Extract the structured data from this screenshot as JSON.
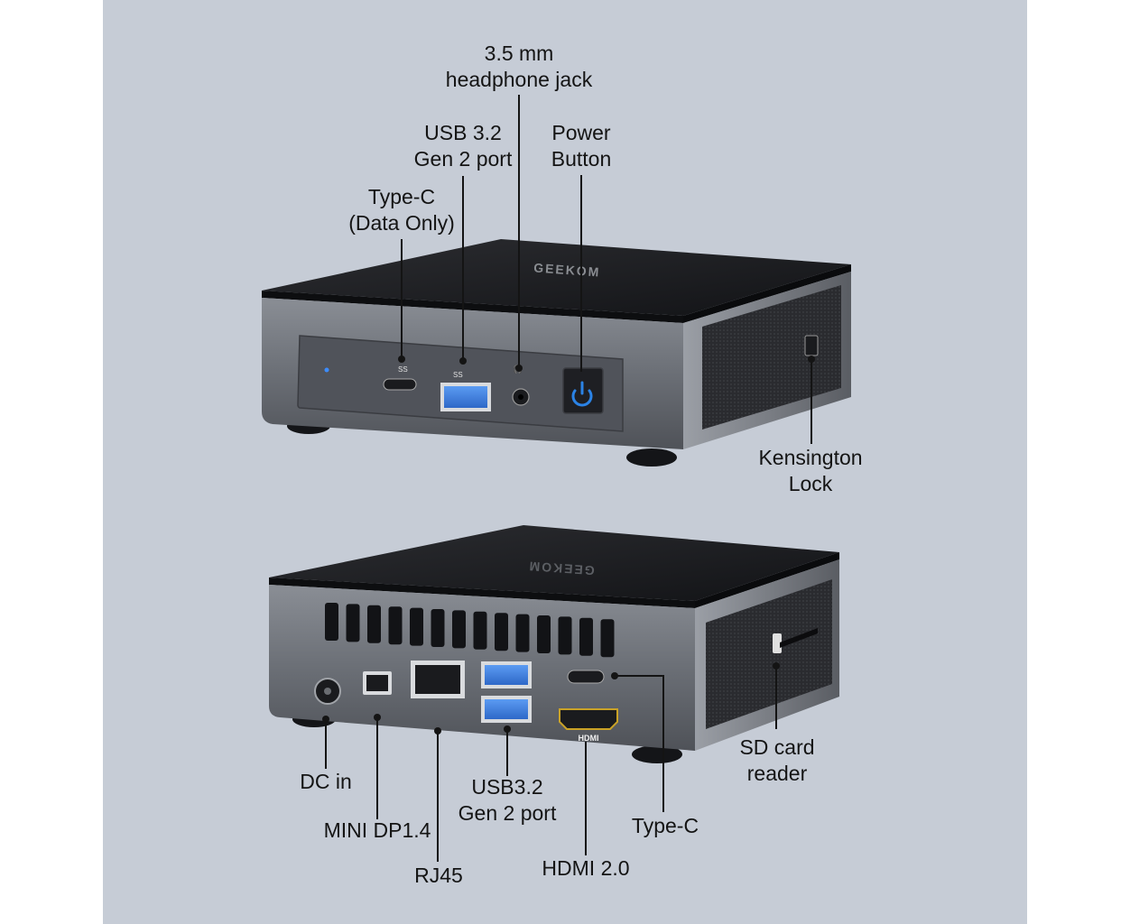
{
  "front_labels": {
    "headphone_jack": "3.5 mm\nheadphone jack",
    "usb_port": "USB 3.2\nGen 2 port",
    "power_button": "Power\nButton",
    "type_c_data": "Type-C\n(Data Only)",
    "kensington_lock": "Kensington\nLock"
  },
  "rear_labels": {
    "dc_in": "DC in",
    "mini_dp": "MINI DP1.4",
    "rj45": "RJ45",
    "usb_ports": "USB3.2\nGen 2 port",
    "hdmi": "HDMI 2.0",
    "type_c": "Type-C",
    "sd_card": "SD card\nreader"
  },
  "device": {
    "brand_logo": "GEEKOM",
    "hdmi_logo": "HDMI",
    "usb_logo": "SS"
  },
  "colors": {
    "background": "#c6ccd6",
    "lid": "#1b1c1f",
    "metal": "#6e7279",
    "usb_blue": "#3f7ee0",
    "power_blue": "#2b83e6"
  }
}
